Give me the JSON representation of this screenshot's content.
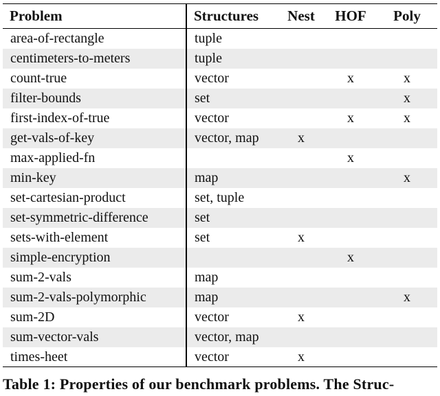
{
  "table": {
    "headers": {
      "problem": "Problem",
      "structures": "Structures",
      "nest": "Nest",
      "hof": "HOF",
      "poly": "Poly"
    },
    "rows": [
      {
        "problem": "area-of-rectangle",
        "structures": "tuple",
        "nest": "",
        "hof": "",
        "poly": ""
      },
      {
        "problem": "centimeters-to-meters",
        "structures": "tuple",
        "nest": "",
        "hof": "",
        "poly": ""
      },
      {
        "problem": "count-true",
        "structures": "vector",
        "nest": "",
        "hof": "x",
        "poly": "x"
      },
      {
        "problem": "filter-bounds",
        "structures": "set",
        "nest": "",
        "hof": "",
        "poly": "x"
      },
      {
        "problem": "first-index-of-true",
        "structures": "vector",
        "nest": "",
        "hof": "x",
        "poly": "x"
      },
      {
        "problem": "get-vals-of-key",
        "structures": "vector, map",
        "nest": "x",
        "hof": "",
        "poly": ""
      },
      {
        "problem": "max-applied-fn",
        "structures": "",
        "nest": "",
        "hof": "x",
        "poly": ""
      },
      {
        "problem": "min-key",
        "structures": "map",
        "nest": "",
        "hof": "",
        "poly": "x"
      },
      {
        "problem": "set-cartesian-product",
        "structures": "set, tuple",
        "nest": "",
        "hof": "",
        "poly": ""
      },
      {
        "problem": "set-symmetric-difference",
        "structures": "set",
        "nest": "",
        "hof": "",
        "poly": ""
      },
      {
        "problem": "sets-with-element",
        "structures": "set",
        "nest": "x",
        "hof": "",
        "poly": ""
      },
      {
        "problem": "simple-encryption",
        "structures": "",
        "nest": "",
        "hof": "x",
        "poly": ""
      },
      {
        "problem": "sum-2-vals",
        "structures": "map",
        "nest": "",
        "hof": "",
        "poly": ""
      },
      {
        "problem": "sum-2-vals-polymorphic",
        "structures": "map",
        "nest": "",
        "hof": "",
        "poly": "x"
      },
      {
        "problem": "sum-2D",
        "structures": "vector",
        "nest": "x",
        "hof": "",
        "poly": ""
      },
      {
        "problem": "sum-vector-vals",
        "structures": "vector, map",
        "nest": "",
        "hof": "",
        "poly": ""
      },
      {
        "problem": "times-heet",
        "structures": "vector",
        "nest": "x",
        "hof": "",
        "poly": ""
      }
    ]
  },
  "caption": "Table 1: Properties of our benchmark problems. The Struc-"
}
